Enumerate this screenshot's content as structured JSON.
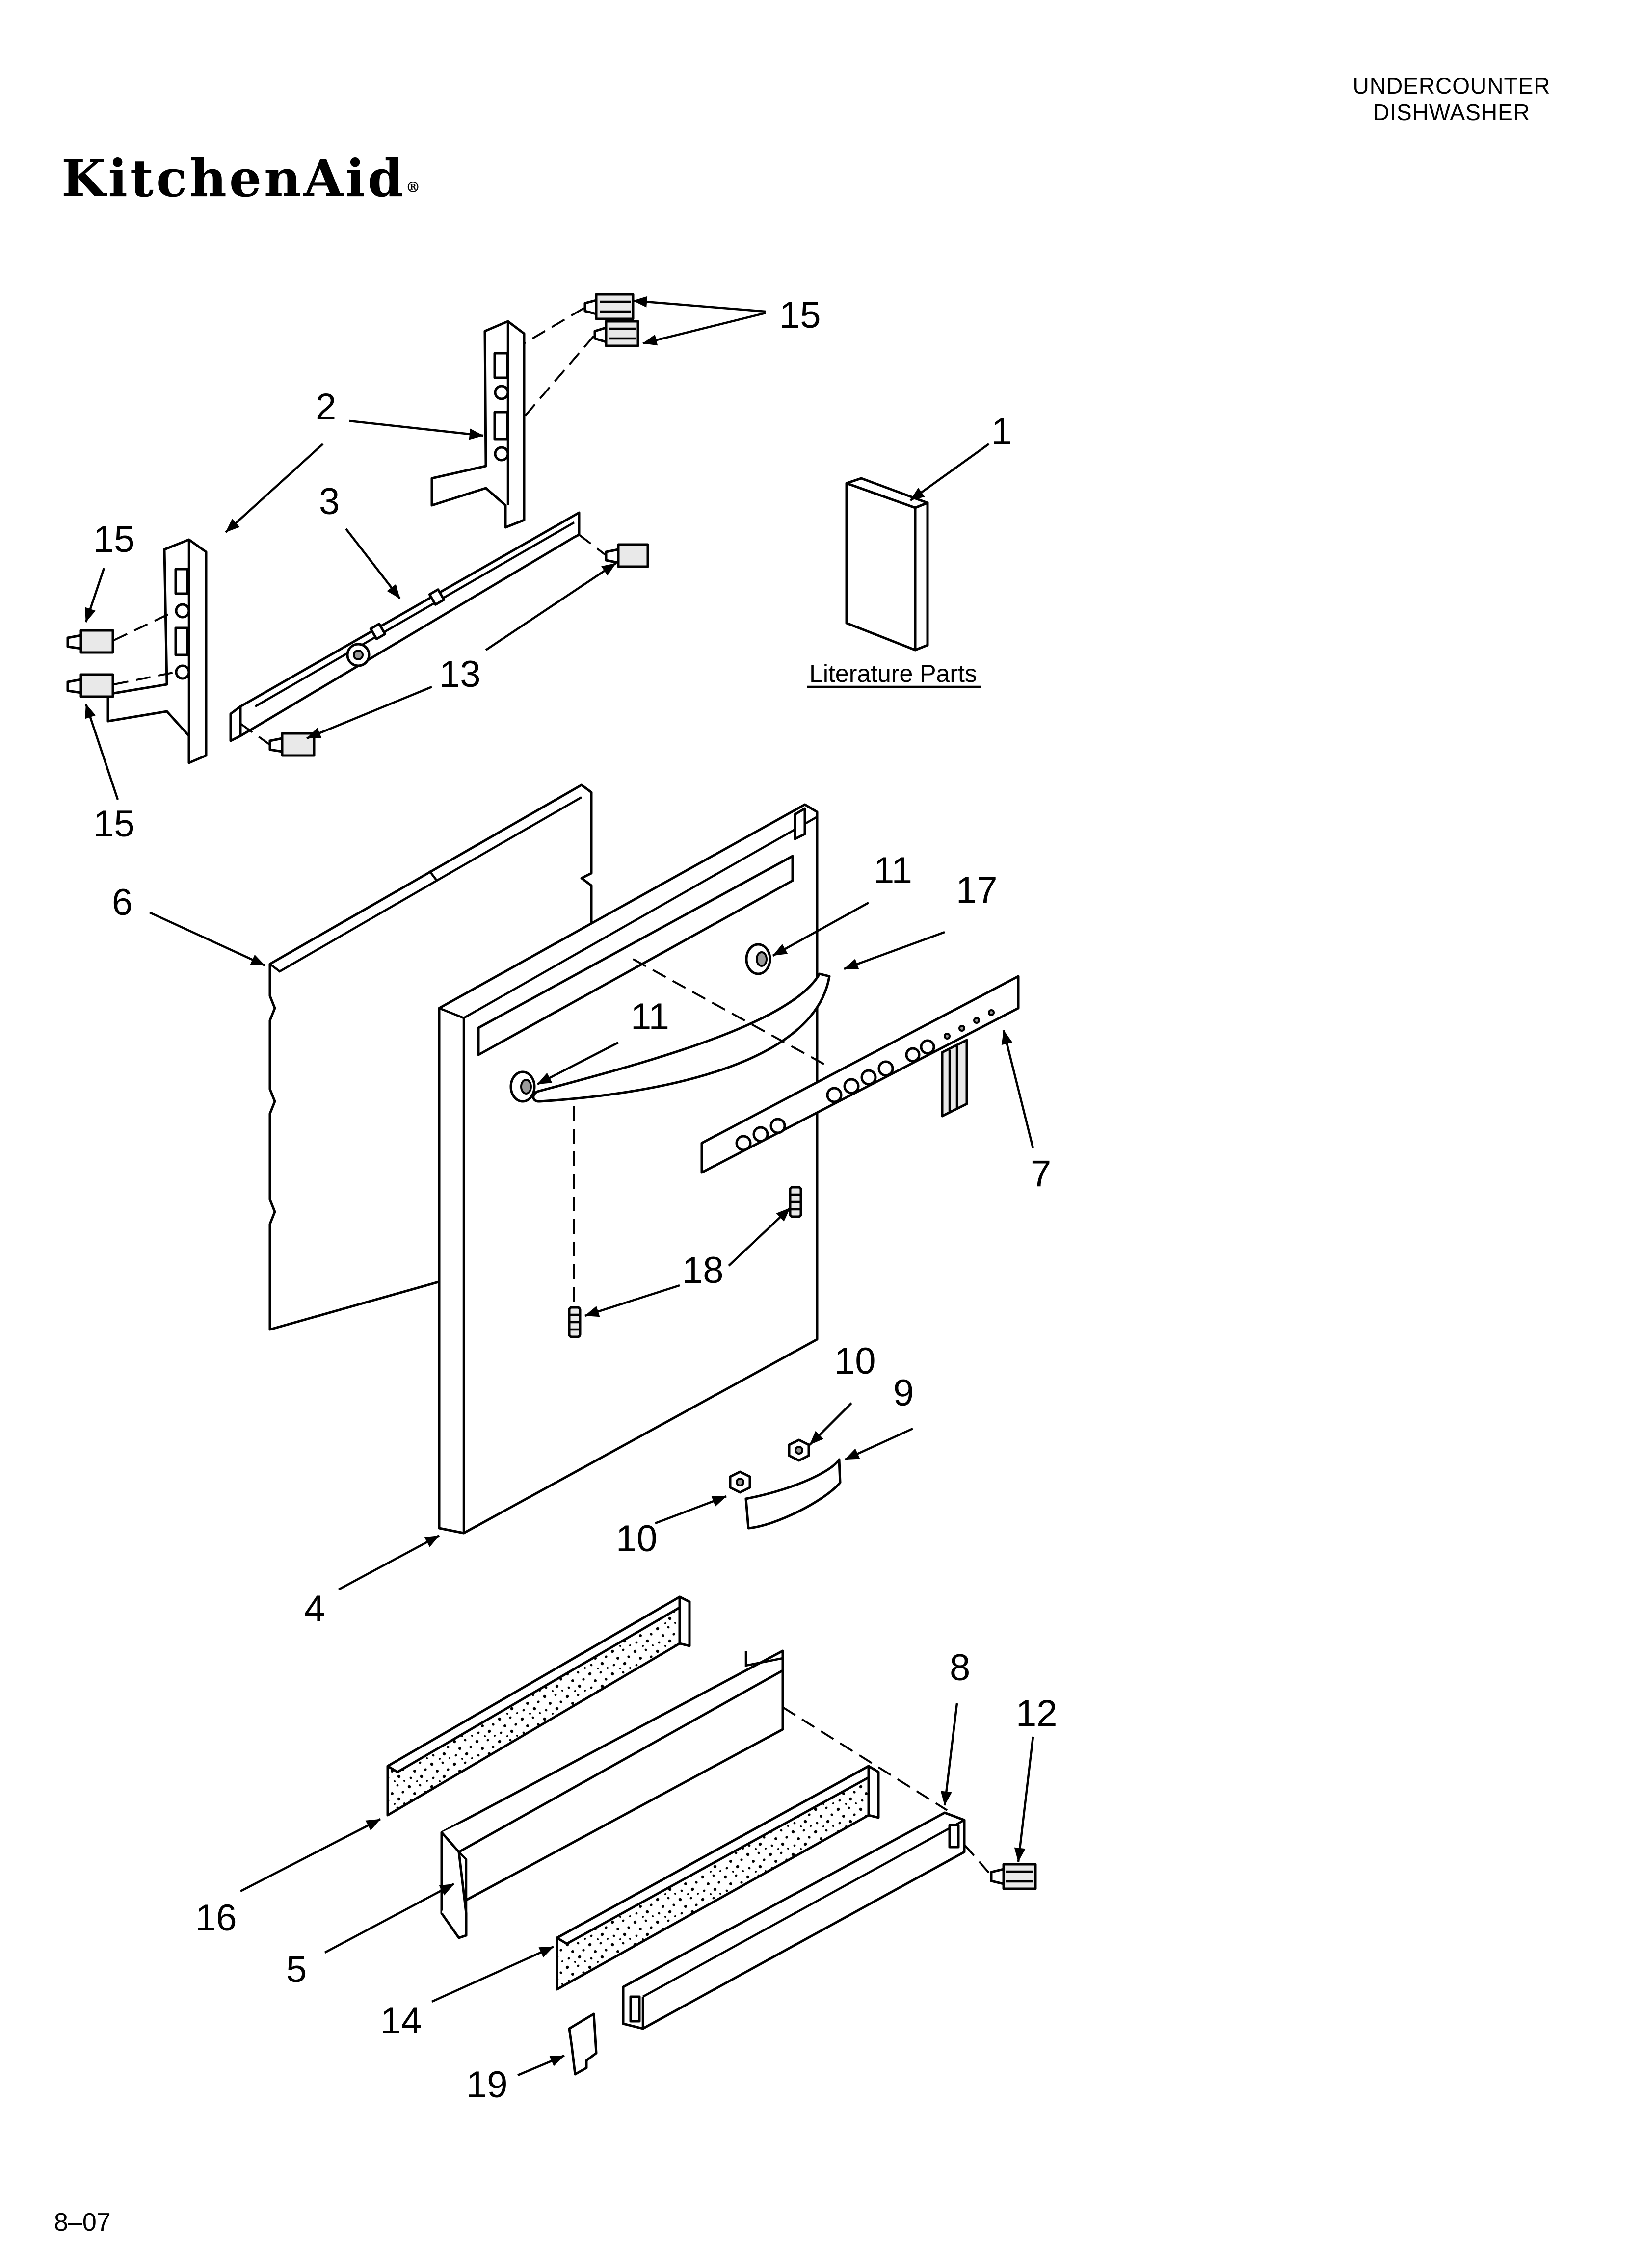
{
  "header": {
    "line1": "UNDERCOUNTER",
    "line2": "DISHWASHER"
  },
  "brand": {
    "name": "KitchenAid",
    "mark": "®"
  },
  "literature_label": "Literature Parts",
  "footer": {
    "code": "8–07"
  },
  "callouts": [
    {
      "id": "c15a",
      "text": "15"
    },
    {
      "id": "c2",
      "text": "2"
    },
    {
      "id": "c1",
      "text": "1"
    },
    {
      "id": "c15b",
      "text": "15"
    },
    {
      "id": "c3",
      "text": "3"
    },
    {
      "id": "c13",
      "text": "13"
    },
    {
      "id": "c15c",
      "text": "15"
    },
    {
      "id": "c6",
      "text": "6"
    },
    {
      "id": "c11a",
      "text": "11"
    },
    {
      "id": "c17",
      "text": "17"
    },
    {
      "id": "c11b",
      "text": "11"
    },
    {
      "id": "c7",
      "text": "7"
    },
    {
      "id": "c18",
      "text": "18"
    },
    {
      "id": "c10a",
      "text": "10"
    },
    {
      "id": "c9",
      "text": "9"
    },
    {
      "id": "c10b",
      "text": "10"
    },
    {
      "id": "c4",
      "text": "4"
    },
    {
      "id": "c8",
      "text": "8"
    },
    {
      "id": "c12",
      "text": "12"
    },
    {
      "id": "c16",
      "text": "16"
    },
    {
      "id": "c5",
      "text": "5"
    },
    {
      "id": "c14",
      "text": "14"
    },
    {
      "id": "c19",
      "text": "19"
    }
  ]
}
